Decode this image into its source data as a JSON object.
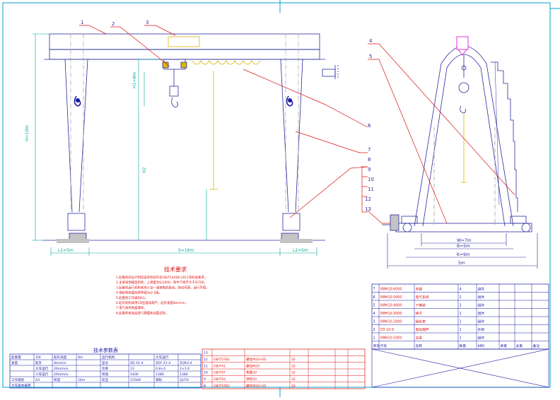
{
  "colors": {
    "line": "#2a2aa0",
    "frame": "#00a0c8",
    "dim": "#00a89a",
    "leader": "#d81414",
    "text_red": "#e01010",
    "text_blue": "#1a1aa6",
    "hook_yellow": "#d8b800",
    "magenta": "#e000d8",
    "grey_fill": "#c4c4c4"
  },
  "callouts": {
    "c1": "1",
    "c2": "2",
    "c3": "3",
    "c4": "4",
    "c5": "5",
    "c6": "6",
    "c7": "7",
    "c8": "8",
    "c9": "9",
    "c10": "10",
    "c11": "11",
    "c12": "12",
    "c13": "13"
  },
  "dims": {
    "total_height": "H=10m",
    "girder_dim": "H1=8m",
    "span": "S=16m",
    "left_overhang": "L1=5m",
    "right_overhang": "L2=5m",
    "hook_dim": "H2",
    "side_width": "W=7m",
    "side_base": "B=5m",
    "side_total": "K=9m",
    "side_bottom": "5m"
  },
  "tech_req": {
    "title": "技术要求",
    "lines": [
      "1.起重机的设计制造安装检验符合GB/T14406-2011等标准要求。",
      "2.主梁采用箱型结构，上拱度为S/1000，跨中下挠不大于S/700。",
      "3.起重机运行机构采用三合一减速电机驱动，制动可靠，运行平稳。",
      "4.钢结构表面除锈等级Sa2.5级。",
      "5.起重机工作级别A3。",
      "6.起升机构采用CD型电动葫芦，起升速度8m/min。",
      "7.电气采用地面操纵。",
      "8.起重机安装后进行静载和动载试验。"
    ]
  },
  "params": {
    "title": "技术参数表",
    "rows": [
      [
        "起重量",
        "10t",
        "起升高度",
        "9m",
        "运行机构",
        "",
        "大车运行",
        ""
      ],
      [
        "速度",
        "起升",
        "8m/min",
        "",
        "型号",
        "ZD 41-4",
        "ZDY 21-4",
        "ZQR3-4"
      ],
      [
        "",
        "大车运行",
        "20m/min",
        "",
        "功率",
        "13",
        "0.8×4",
        "2×3.0"
      ],
      [
        "",
        "小车运行",
        "20m/min",
        "",
        "转速",
        "1400",
        "1380",
        "1380"
      ],
      [
        "工作级别",
        "A3",
        "跨度",
        "16m",
        "轮压",
        "125kN",
        "钢轨",
        "QU70"
      ],
      [
        "大车基本载荷",
        "",
        "",
        "",
        "",
        "",
        "",
        ""
      ]
    ]
  },
  "bom": {
    "header": [
      "序号",
      "代号",
      "名称",
      "数量",
      "材料",
      "单重",
      "总重",
      "备注"
    ],
    "rows": [
      [
        "7",
        "XMH10.6000",
        "支腿",
        "4",
        "组件",
        "",
        "",
        ""
      ],
      [
        "6",
        "XMH10.5000",
        "电气系统",
        "1",
        "组件",
        "",
        "",
        ""
      ],
      [
        "5",
        "XMH10.4000",
        "下横梁",
        "2",
        "组件",
        "",
        "",
        ""
      ],
      [
        "4",
        "XMH10.3000",
        "梯子",
        "1",
        "组件",
        "",
        "",
        ""
      ],
      [
        "3",
        "XMH10.2000",
        "操纵室",
        "1",
        "组件",
        "",
        "",
        ""
      ],
      [
        "2",
        "CD 10-9",
        "电动葫芦",
        "1",
        "外购",
        "",
        "",
        ""
      ],
      [
        "1",
        "XMH10.1000",
        "主梁",
        "1",
        "组件",
        "",
        "",
        ""
      ]
    ]
  },
  "mid_table": {
    "rows": [
      [
        "13",
        "",
        "",
        "",
        "",
        "",
        ""
      ],
      [
        "12",
        "GB/T5782",
        "螺栓M20×65",
        "32",
        "",
        "",
        ""
      ],
      [
        "11",
        "GB/T41",
        "螺母M20",
        "32",
        "",
        "",
        ""
      ],
      [
        "10",
        "GB/T97",
        "垫圈20",
        "32",
        "",
        "",
        ""
      ],
      [
        "9",
        "GB/T93",
        "弹垫20",
        "32",
        "",
        "",
        ""
      ],
      [
        "8",
        "GB/T5783",
        "螺栓M20×55",
        "16",
        "",
        "",
        ""
      ]
    ]
  }
}
